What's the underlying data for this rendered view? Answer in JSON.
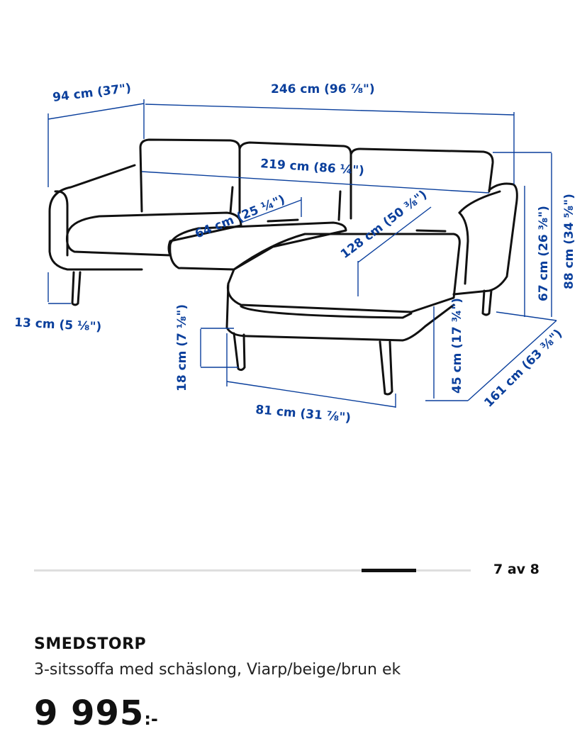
{
  "gallery": {
    "image_alt": "",
    "dimension_labels": {
      "depth": "94 cm (37\")",
      "width": "246 cm (96 ⅞\")",
      "inner_width": "219 cm (86 ¼\")",
      "seat_depth": "64 cm (25 ¼\")",
      "chaise_length": "128 cm (50 ⅜\")",
      "arm_height": "67 cm (26 ⅜\")",
      "total_height": "88 cm (34 ⅝\")",
      "leg_height_a": "13 cm (5 ⅛\")",
      "leg_height_b": "18 cm (7 ⅛\")",
      "seat_height": "45 cm (17 ¾\")",
      "chaise_width": "81 cm (31 ⅞\")",
      "chaise_depth": "161 cm (63 ⅜\")"
    },
    "line_color": "#111111",
    "dimension_color": "#0a3f9c",
    "carousel": {
      "counter": "7 av 8",
      "current": 7,
      "total": 8
    }
  },
  "product": {
    "name": "SMEDSTORP",
    "description": "3-sitssoffa med schäslong, Viarp/beige/brun ek",
    "price_integer": "9 995",
    "price_suffix": ":-"
  }
}
